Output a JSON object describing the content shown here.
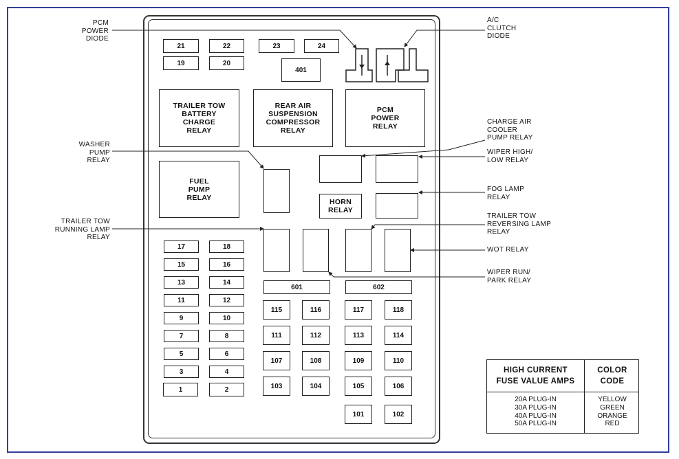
{
  "fuses": [
    {
      "id": "21",
      "label": "21"
    },
    {
      "id": "22",
      "label": "22"
    },
    {
      "id": "23",
      "label": "23"
    },
    {
      "id": "24",
      "label": "24"
    },
    {
      "id": "19",
      "label": "19"
    },
    {
      "id": "20",
      "label": "20"
    },
    {
      "id": "401",
      "label": "401"
    },
    {
      "id": "17",
      "label": "17"
    },
    {
      "id": "18",
      "label": "18"
    },
    {
      "id": "15",
      "label": "15"
    },
    {
      "id": "16",
      "label": "16"
    },
    {
      "id": "13",
      "label": "13"
    },
    {
      "id": "14",
      "label": "14"
    },
    {
      "id": "11",
      "label": "11"
    },
    {
      "id": "12",
      "label": "12"
    },
    {
      "id": "9",
      "label": "9"
    },
    {
      "id": "10",
      "label": "10"
    },
    {
      "id": "7",
      "label": "7"
    },
    {
      "id": "8",
      "label": "8"
    },
    {
      "id": "5",
      "label": "5"
    },
    {
      "id": "6",
      "label": "6"
    },
    {
      "id": "3",
      "label": "3"
    },
    {
      "id": "4",
      "label": "4"
    },
    {
      "id": "1",
      "label": "1"
    },
    {
      "id": "2",
      "label": "2"
    },
    {
      "id": "601",
      "label": "601"
    },
    {
      "id": "602",
      "label": "602"
    },
    {
      "id": "115",
      "label": "115"
    },
    {
      "id": "116",
      "label": "116"
    },
    {
      "id": "117",
      "label": "117"
    },
    {
      "id": "118",
      "label": "118"
    },
    {
      "id": "111",
      "label": "111"
    },
    {
      "id": "112",
      "label": "112"
    },
    {
      "id": "113",
      "label": "113"
    },
    {
      "id": "114",
      "label": "114"
    },
    {
      "id": "107",
      "label": "107"
    },
    {
      "id": "108",
      "label": "108"
    },
    {
      "id": "109",
      "label": "109"
    },
    {
      "id": "110",
      "label": "110"
    },
    {
      "id": "103",
      "label": "103"
    },
    {
      "id": "104",
      "label": "104"
    },
    {
      "id": "105",
      "label": "105"
    },
    {
      "id": "106",
      "label": "106"
    },
    {
      "id": "101",
      "label": "101"
    },
    {
      "id": "102",
      "label": "102"
    }
  ],
  "relays": {
    "trailer_tow_battery": "TRAILER TOW\nBATTERY\nCHARGE\nRELAY",
    "rear_air": "REAR AIR\nSUSPENSION\nCOMPRESSOR\nRELAY",
    "pcm_power": "PCM\nPOWER\nRELAY",
    "fuel_pump": "FUEL\nPUMP\nRELAY",
    "horn": "HORN\nRELAY"
  },
  "callouts": {
    "pcm_power_diode": "PCM\nPOWER\nDIODE",
    "ac_clutch_diode": "A/C\nCLUTCH\nDIODE",
    "washer_pump_relay": "WASHER\nPUMP\nRELAY",
    "charge_air_cooler": "CHARGE AIR\nCOOLER\nPUMP RELAY",
    "wiper_high_low": "WIPER HIGH/\nLOW RELAY",
    "fog_lamp": "FOG LAMP\nRELAY",
    "trailer_tow_running": "TRAILER TOW\nRUNNING LAMP\nRELAY",
    "trailer_tow_reversing": "TRAILER TOW\nREVERSING LAMP\nRELAY",
    "wot_relay": "WOT RELAY",
    "wiper_run_park": "WIPER RUN/\nPARK RELAY"
  },
  "legend": {
    "header_left": "HIGH CURRENT\nFUSE VALUE AMPS",
    "header_right": "COLOR\nCODE",
    "values": [
      "20A PLUG-IN",
      "30A PLUG-IN",
      "40A PLUG-IN",
      "50A PLUG-IN"
    ],
    "colors": [
      "YELLOW",
      "GREEN",
      "ORANGE",
      "RED"
    ]
  }
}
